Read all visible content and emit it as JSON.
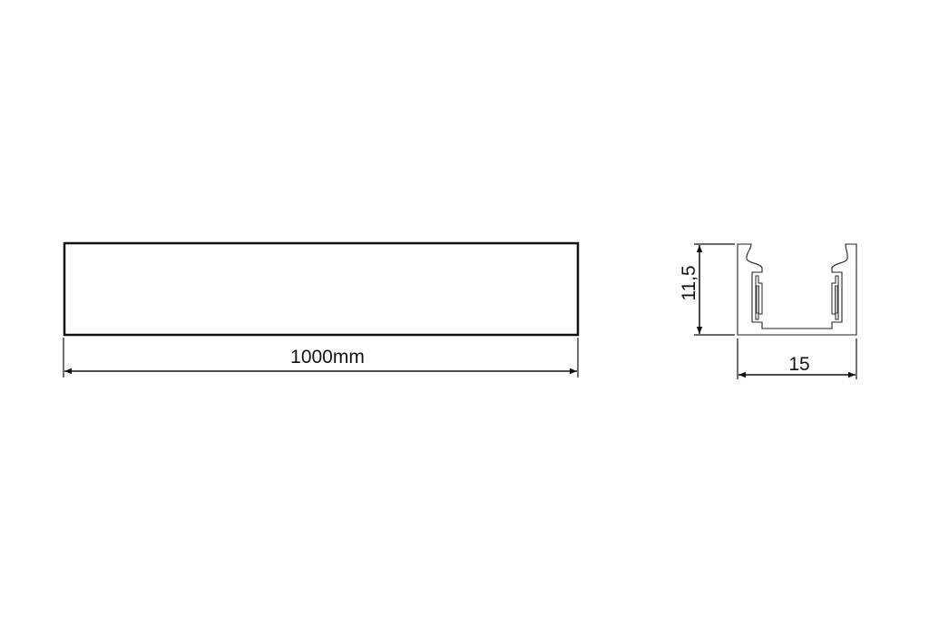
{
  "drawing": {
    "length_label": "1000mm",
    "height_label": "11,5",
    "width_label": "15"
  },
  "colors": {
    "line": "#111111",
    "background": "#ffffff"
  }
}
